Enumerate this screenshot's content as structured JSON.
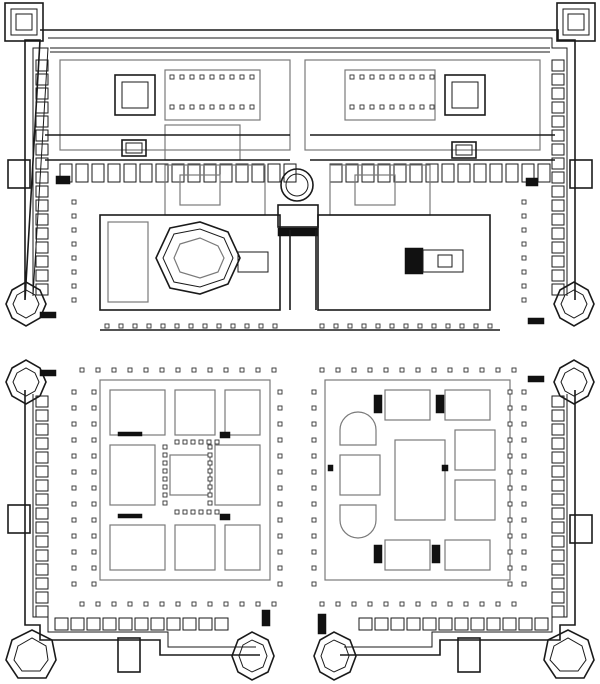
{
  "plan": {
    "drawing": "architectural-floor-plan",
    "colors": {
      "wall": "#1a1a1a",
      "light_wall": "#7a7a7a",
      "fill": "#111111",
      "background": "#ffffff"
    },
    "quadrants": [
      "north-west",
      "north-east",
      "south-west",
      "south-east"
    ],
    "corner_towers": [
      "north-west",
      "north-east",
      "south-west",
      "south-east"
    ],
    "side_towers": [
      "west",
      "east",
      "south-center-west",
      "south-center-east"
    ]
  }
}
